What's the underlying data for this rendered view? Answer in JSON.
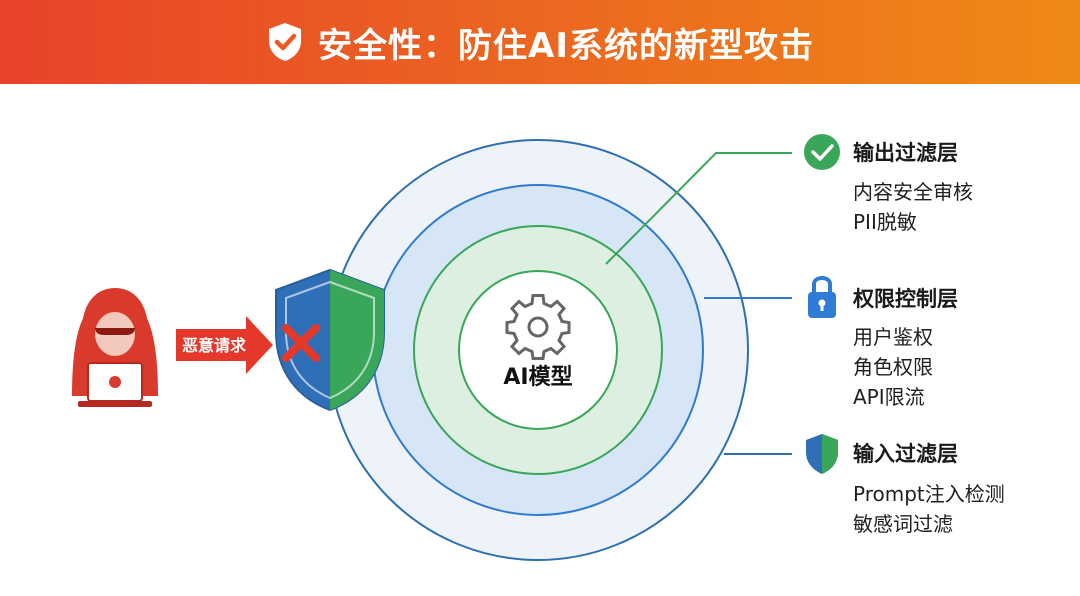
{
  "header": {
    "title": "安全性：防住AI系统的新型攻击",
    "icon": "shield-check-icon",
    "gradient": [
      "#e8432a",
      "#ef8a16"
    ]
  },
  "attacker": {
    "icon": "hooded-hacker-icon",
    "arrow_label": "恶意请求",
    "blocked_icon": "red-x-icon",
    "shield_icon": "blue-green-shield-icon"
  },
  "core": {
    "label": "AI模型",
    "icon": "gear-icon"
  },
  "layers": [
    {
      "id": "output",
      "title": "输出过滤层",
      "icon": "green-check-circle-icon",
      "color": "#3aa65a",
      "items": [
        "内容安全审核",
        "PII脱敏"
      ]
    },
    {
      "id": "permission",
      "title": "权限控制层",
      "icon": "blue-lock-icon",
      "color": "#2f7cd6",
      "items": [
        "用户鉴权",
        "角色权限",
        "API限流"
      ]
    },
    {
      "id": "input",
      "title": "输入过滤层",
      "icon": "blue-green-shield-icon",
      "color": "#2f6fb8",
      "items": [
        "Prompt注入检测",
        "敏感词过滤"
      ]
    }
  ]
}
